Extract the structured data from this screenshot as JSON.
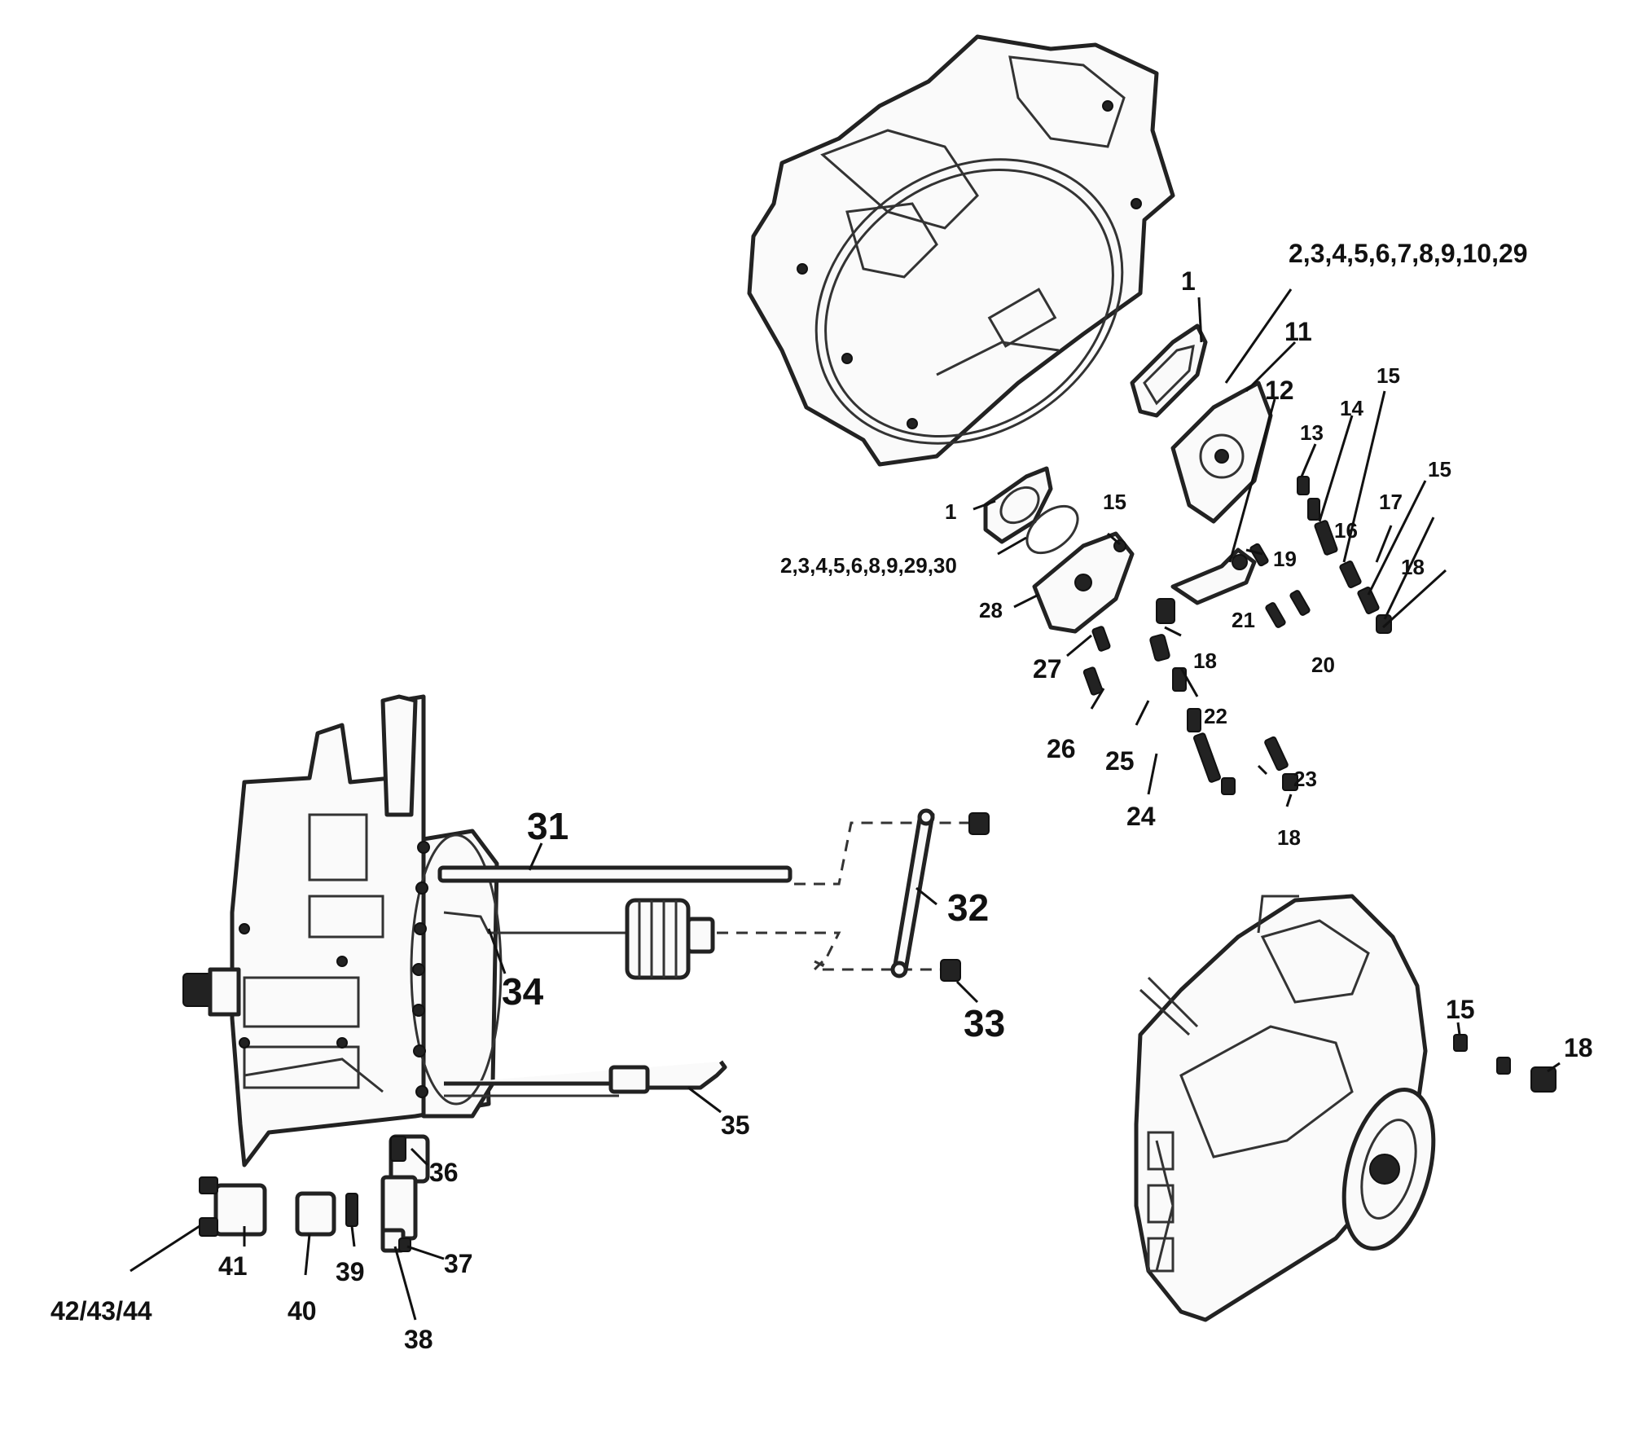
{
  "callouts": {
    "c_group_top": "2,3,4,5,6,7,8,9,10,29",
    "c_1_top": "1",
    "c_11": "11",
    "c_12": "12",
    "c_13": "13",
    "c_14": "14",
    "c_15_a": "15",
    "c_15_b": "15",
    "c_15_c": "15",
    "c_16": "16",
    "c_17": "17",
    "c_18_a": "18",
    "c_19": "19",
    "c_21": "21",
    "c_20": "20",
    "c_1_mid": "1",
    "c_group_mid": "2,3,4,5,6,8,9,29,30",
    "c_28": "28",
    "c_27": "27",
    "c_18_b": "18",
    "c_22": "22",
    "c_26": "26",
    "c_25": "25",
    "c_23": "23",
    "c_24": "24",
    "c_18_c": "18",
    "c_31": "31",
    "c_32": "32",
    "c_34": "34",
    "c_33": "33",
    "c_35": "35",
    "c_36": "36",
    "c_37": "37",
    "c_41": "41",
    "c_39": "39",
    "c_40": "40",
    "c_42_44": "42/43/44",
    "c_38": "38",
    "c_15_d": "15",
    "c_18_d": "18"
  }
}
